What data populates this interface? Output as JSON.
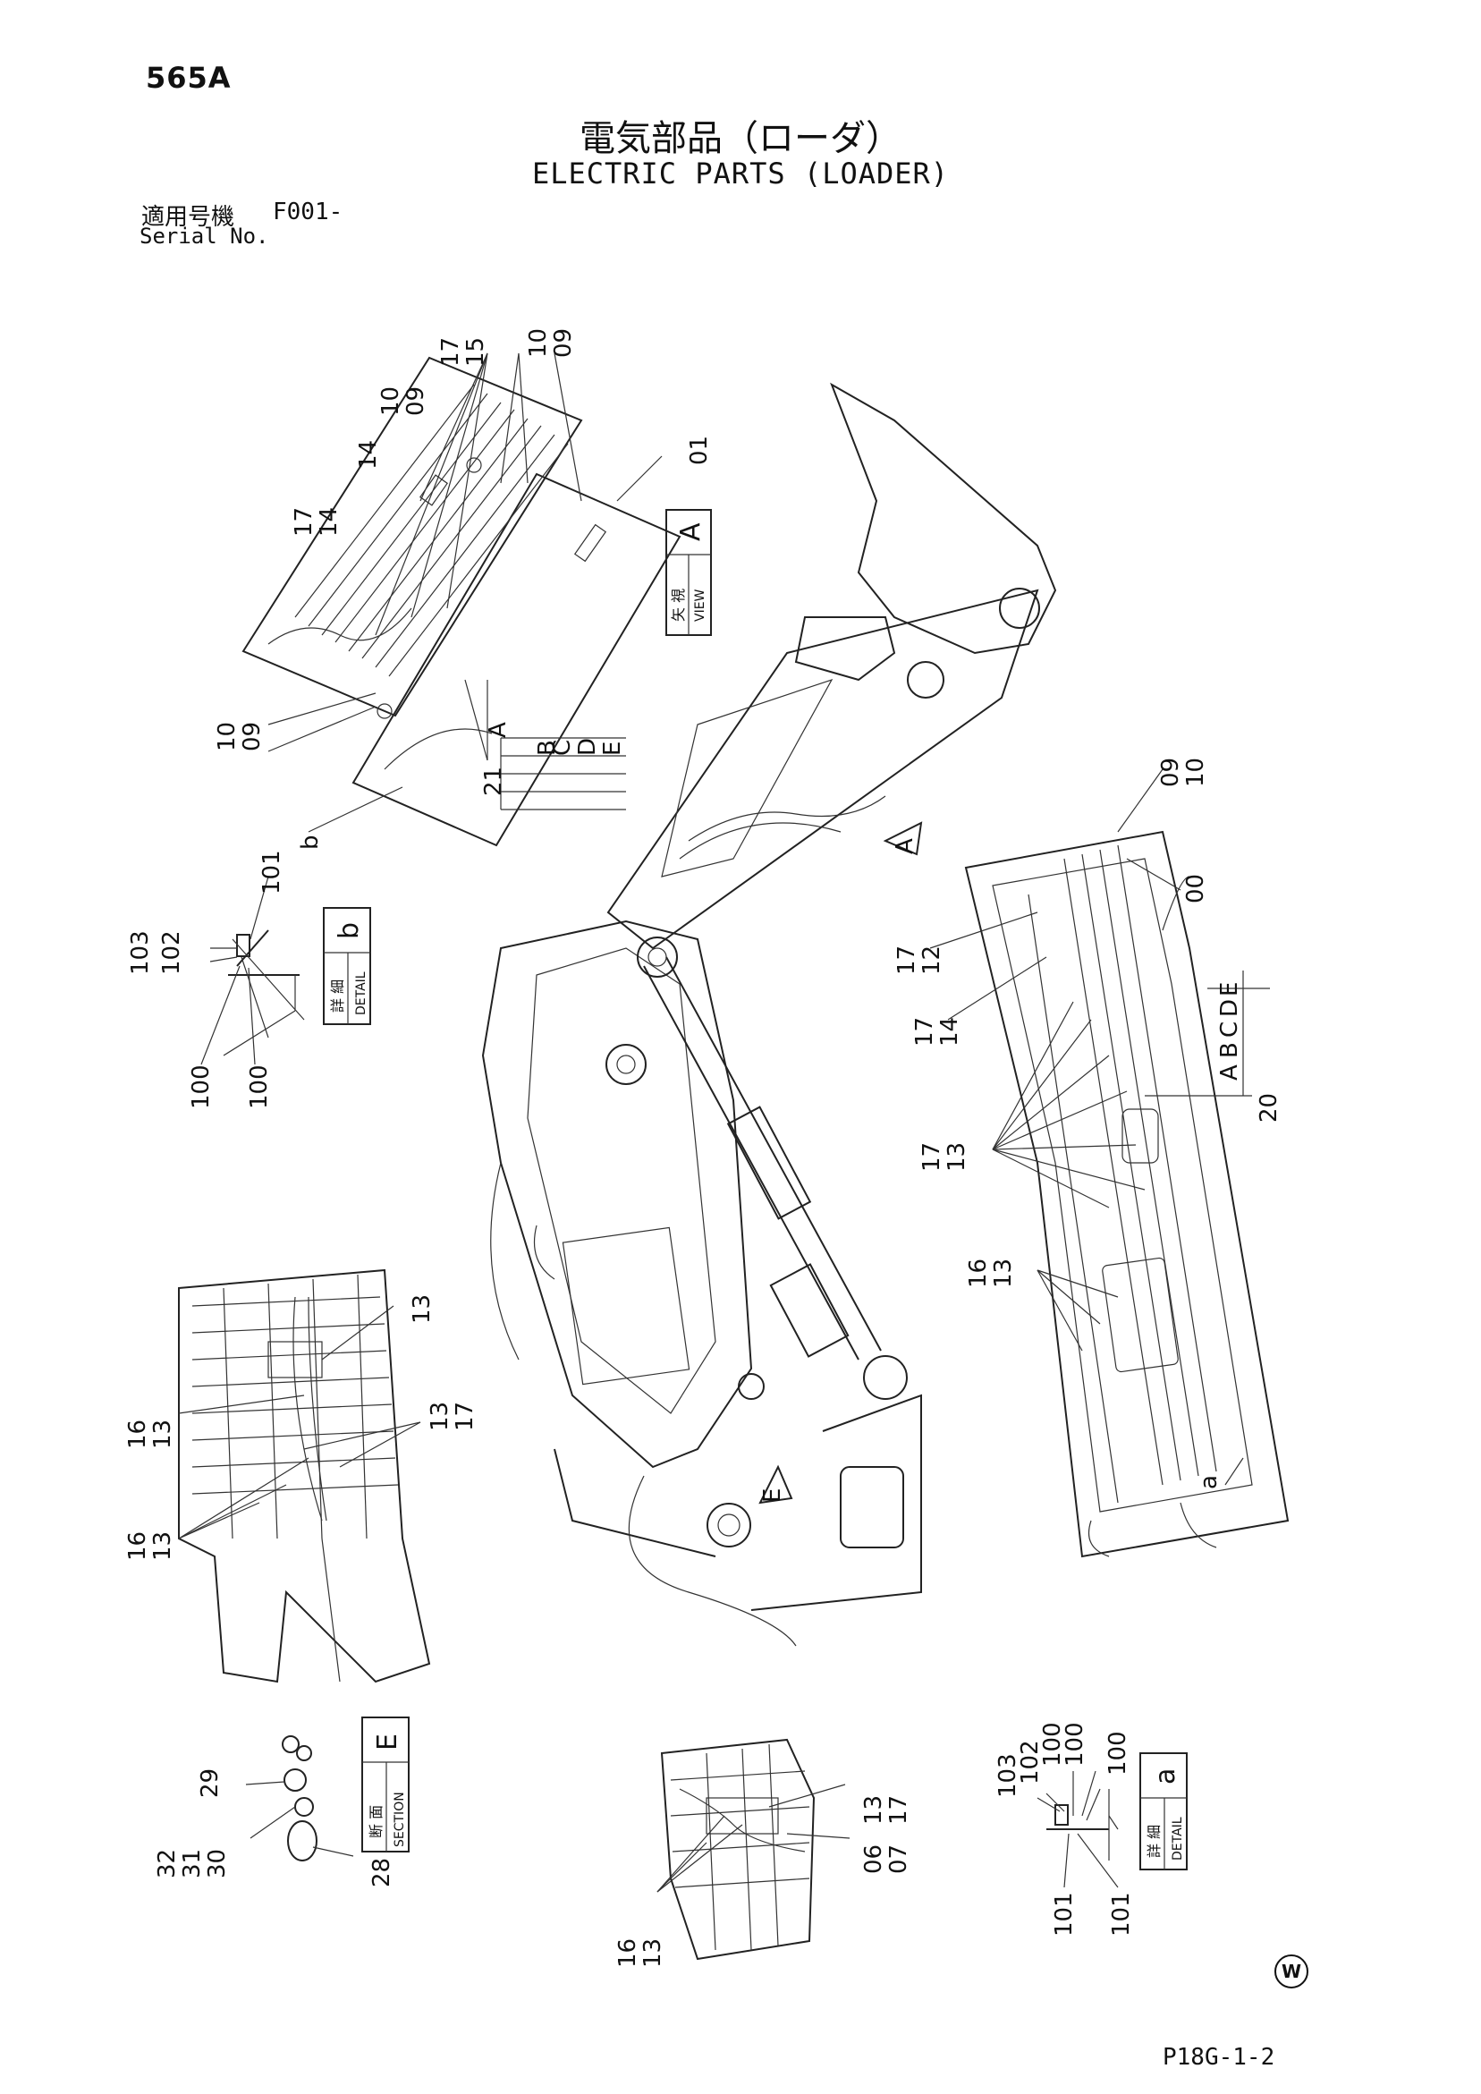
{
  "header": {
    "page_number": "565A",
    "title_jp": "電気部品（ローダ）",
    "title_en": "ELECTRIC PARTS (LOADER)",
    "serial_label_jp": "適用号機",
    "serial_label_en": "Serial No.",
    "serial_value": "F001-"
  },
  "footer": {
    "reference": "P18G-1-2",
    "mark": "W"
  },
  "boxes": {
    "view_a": {
      "jp": "矢 視",
      "en": "VIEW",
      "letter": "A"
    },
    "detail_b": {
      "jp": "詳 細",
      "en": "DETAIL",
      "letter": "b"
    },
    "section_e": {
      "jp": "断 面",
      "en": "SECTION",
      "letter": "E"
    },
    "detail_a": {
      "jp": "詳 細",
      "en": "DETAIL",
      "letter": "a"
    }
  },
  "callouts": {
    "view_top": [
      "10",
      "09",
      "17",
      "15",
      "10",
      "09",
      "01",
      "14",
      "17",
      "14",
      "10",
      "09",
      "b",
      "21",
      "A",
      "B",
      "C",
      "D",
      "E"
    ],
    "detail_b": [
      "101",
      "103",
      "102",
      "100",
      "100"
    ],
    "right_arm": [
      "09",
      "10",
      "00",
      "17",
      "12",
      "17",
      "14",
      "A",
      "B",
      "C",
      "D",
      "E",
      "20",
      "17",
      "13",
      "16",
      "13",
      "a"
    ],
    "left_mid": [
      "13",
      "16",
      "13",
      "13",
      "17",
      "16",
      "13"
    ],
    "section_e": [
      "29",
      "32",
      "31",
      "30",
      "28"
    ],
    "bottom_mid": [
      "13",
      "17",
      "06",
      "07",
      "16",
      "13"
    ],
    "detail_a": [
      "103",
      "102",
      "100",
      "100",
      "100",
      "101",
      "101"
    ],
    "arrows": [
      "A",
      "E"
    ]
  }
}
